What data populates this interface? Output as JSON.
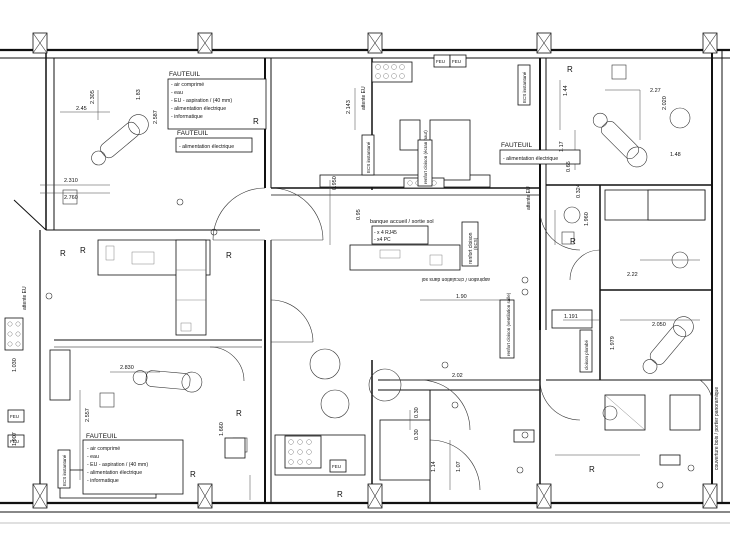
{
  "labels": {
    "fauteuil": "FAUTEUIL",
    "air_comprime": "- air comprimé",
    "eau": "- eau",
    "eu_aspiration": "- EU - aspiration / (40 mm)",
    "alim_elec": "- alimentation électrique",
    "informatique": "- informatique",
    "alim_elec_only": "- alimentation électrique",
    "banque": "banque accueil / sortie sol",
    "rj45": "- x 4 RJ45",
    "pc": "- x4 PC",
    "renfort_cloison": "renfort cloison",
    "ecs": "(ECS)",
    "renfort_cloison_ecran": "renfort cloison (écran haut)",
    "ecs_instantane": "ECS instantané",
    "attente_eu": "attente EU",
    "aspiration": "aspiration / circulation dans sol",
    "ventilation": "renfort cloison (ventilation salle)",
    "cloison_plombe": "cloison plombé",
    "couverture": "couverture bois / portier panoramique",
    "feu": "FEU",
    "r": "R"
  },
  "dimensions": [
    "2.45",
    "2.305",
    "1.83",
    "2.587",
    "2.310",
    "2.760",
    "2.143",
    "0.950",
    "0.95",
    "0.324",
    "1.960",
    "1.191",
    "2.050",
    "1.979",
    "2.830",
    "2.557",
    "1.030",
    "1.907",
    "2.02",
    "1.14",
    "1.07",
    "0.30",
    "0.30",
    "1.90",
    "1.44",
    "2.27",
    "2.020",
    "1.48",
    "1.17",
    "0.65",
    "1.660",
    "2.22"
  ]
}
